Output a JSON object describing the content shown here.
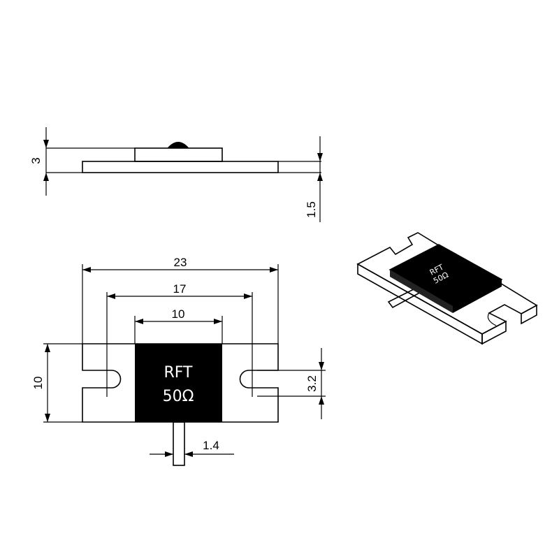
{
  "side_view": {
    "dim_height_label": "3",
    "dim_base_label": "1.5"
  },
  "top_view": {
    "dim_overall_length": "23",
    "dim_hole_spacing": "17",
    "dim_body_width": "10",
    "dim_height": "10",
    "dim_slot_width": "3.2",
    "dim_lead_width": "1.4"
  },
  "chip_marking": {
    "line1": "RFT",
    "line2": "50Ω"
  }
}
